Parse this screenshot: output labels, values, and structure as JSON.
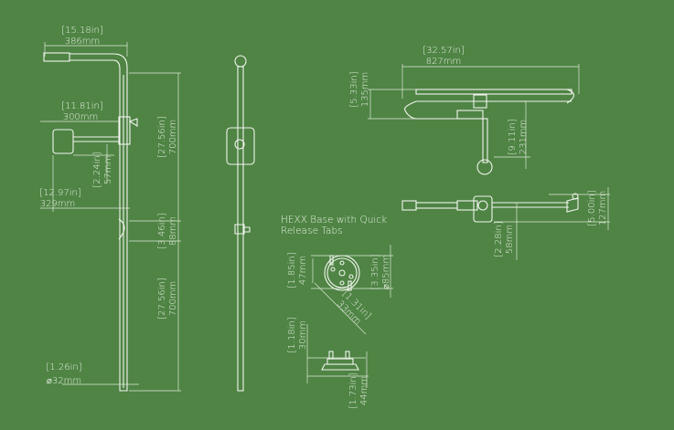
{
  "colors": {
    "background": "#4f8444",
    "lines": "#f2f5ef"
  },
  "front_view": {
    "arm_length": {
      "inch": "[15.18in]",
      "mm": "386mm"
    },
    "pole_upper": {
      "inch": "[27.56in]",
      "mm": "700mm"
    },
    "side_arm": {
      "inch": "[11.81in]",
      "mm": "300mm"
    },
    "side_arm_offset": {
      "inch": "[2.24in]",
      "mm": "57mm"
    },
    "side_arm_reach": {
      "inch": "[12.97in]",
      "mm": "329mm"
    },
    "coupler": {
      "inch": "[3.46in]",
      "mm": "88mm"
    },
    "pole_lower": {
      "inch": "[27.56in]",
      "mm": "700mm"
    },
    "pole_diameter": {
      "inch": "[1.26in]",
      "mm": "⌀32mm"
    }
  },
  "top_view": {
    "width": {
      "inch": "[32.57in]",
      "mm": "827mm"
    },
    "depth": {
      "inch": "[5.33in]",
      "mm": "135mm"
    },
    "arm_drop": {
      "inch": "[9.11in]",
      "mm": "231mm"
    }
  },
  "folded_view": {
    "height": {
      "inch": "[5.00in]",
      "mm": "127mm"
    },
    "offset": {
      "inch": "[2.28in]",
      "mm": "58mm"
    }
  },
  "base": {
    "title_line1": "HEXX Base with Quick",
    "title_line2": "Release Tabs",
    "hole_spacing": {
      "inch": "[1.85in]",
      "mm": "47mm"
    },
    "diameter": {
      "inch": "[3.35in]",
      "mm": "⌀85mm"
    },
    "tab_radius": {
      "inch": "[1.31in]",
      "mm": "33mm"
    },
    "tab_height": {
      "inch": "[1.18in]",
      "mm": "30mm"
    },
    "base_height": {
      "inch": "[1.73in]",
      "mm": "44mm"
    }
  }
}
